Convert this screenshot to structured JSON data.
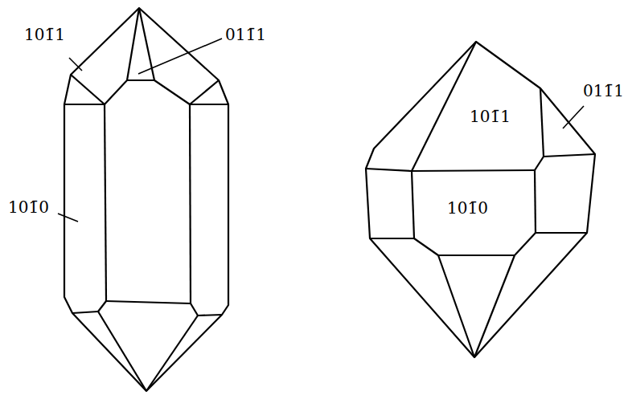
{
  "diagram": {
    "labels": [
      "101̄1",
      "011̄1",
      "101̄0",
      "101̄1",
      "011̄1",
      "101̄0"
    ]
  }
}
